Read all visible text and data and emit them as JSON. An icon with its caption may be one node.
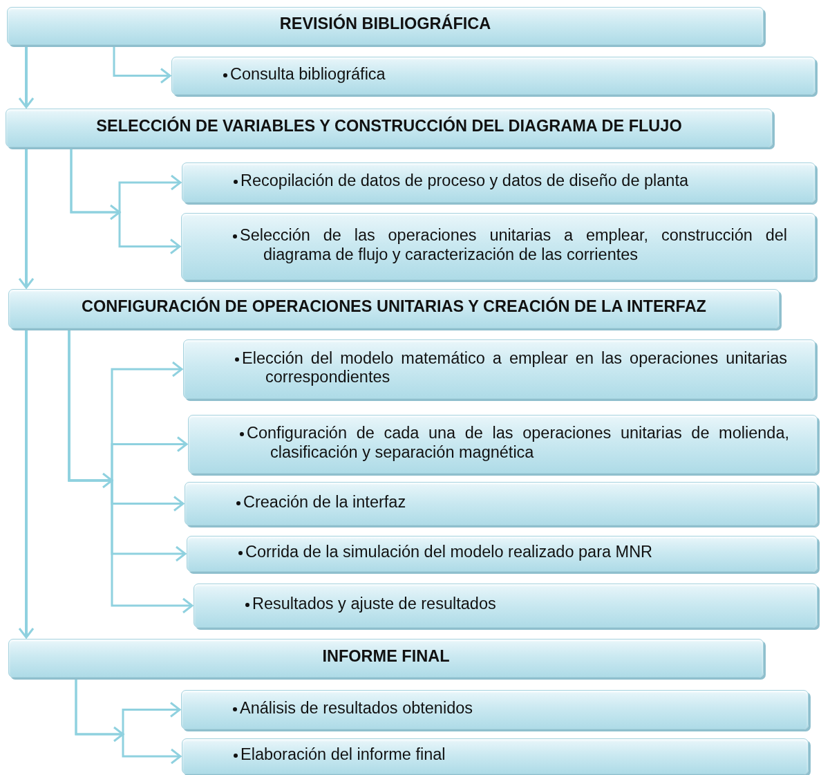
{
  "diagram": {
    "nodes": [
      {
        "text": [
          "REVISIÓN BIBLIOGRÁFICA"
        ]
      },
      {
        "text": [
          "Consulta bibliográfica"
        ]
      },
      {
        "text": [
          "SELECCIÓN DE VARIABLES Y CONSTRUCCIÓN DEL DIAGRAMA DE FLUJO"
        ]
      },
      {
        "text": [
          "Recopilación de datos de proceso y datos de diseño de planta"
        ]
      },
      {
        "text": [
          "Selección de las operaciones unitarias a emplear, construcción del diagrama de flujo y caracterización de las corrientes"
        ]
      },
      {
        "text": [
          "CONFIGURACIÓN DE OPERACIONES UNITARIAS Y CREACIÓN DE LA INTERFAZ"
        ]
      },
      {
        "text": [
          "Elección del modelo matemático a emplear en las operaciones unitarias correspondientes"
        ]
      },
      {
        "text": [
          "Configuración de cada una de las operaciones unitarias de molienda, clasificación y separación magnética"
        ]
      },
      {
        "text": [
          "Creación de la interfaz"
        ]
      },
      {
        "text": [
          "Corrida de la simulación del modelo realizado para MNR"
        ]
      },
      {
        "text": [
          "Resultados y ajuste de resultados"
        ]
      },
      {
        "text": [
          "INFORME FINAL"
        ]
      },
      {
        "text": [
          "Análisis de resultados obtenidos"
        ]
      },
      {
        "text": [
          "Elaboración del informe final"
        ]
      }
    ],
    "edges": [
      {
        "from": 0,
        "to": 2,
        "arrow": "to"
      },
      {
        "from": 0,
        "to": 1,
        "arrow": "to"
      },
      {
        "from": 2,
        "to": 5,
        "arrow": "to"
      },
      {
        "from": 2,
        "to": 3,
        "arrow": "to"
      },
      {
        "from": 2,
        "to": 4,
        "arrow": "to"
      },
      {
        "from": 5,
        "to": 11,
        "arrow": "to"
      },
      {
        "from": 5,
        "to": 6,
        "arrow": "to"
      },
      {
        "from": 5,
        "to": 7,
        "arrow": "to"
      },
      {
        "from": 5,
        "to": 8,
        "arrow": "to"
      },
      {
        "from": 5,
        "to": 9,
        "arrow": "to"
      },
      {
        "from": 5,
        "to": 10,
        "arrow": "to"
      },
      {
        "from": 11,
        "to": 12,
        "arrow": "to"
      },
      {
        "from": 11,
        "to": 13,
        "arrow": "to"
      }
    ]
  }
}
